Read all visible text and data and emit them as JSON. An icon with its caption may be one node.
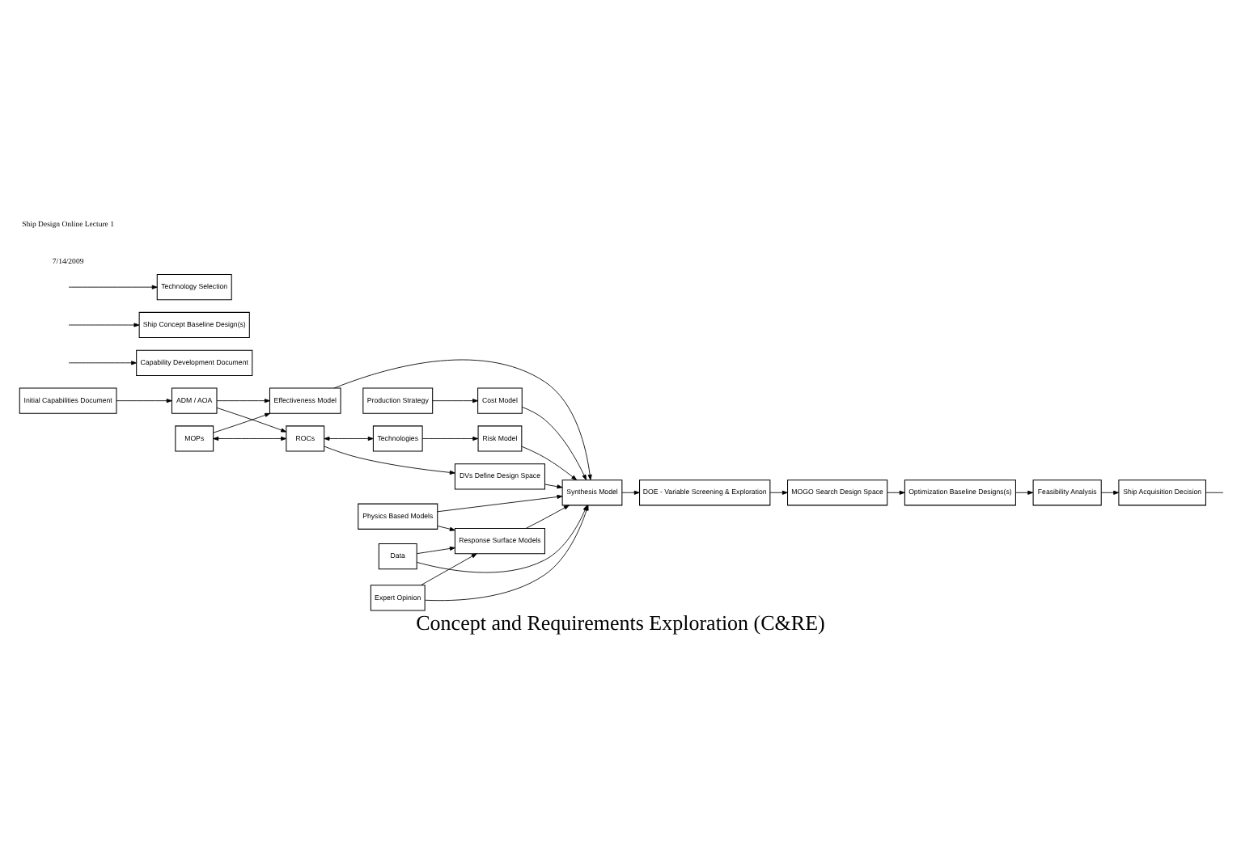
{
  "diagram": {
    "title": "Concept and Requirements Exploration (C&RE)",
    "nodes": [
      {
        "text": [
          "Initial Capabilities Document"
        ]
      },
      {
        "text": [
          "ADM / AOA"
        ]
      },
      {
        "text": [
          "MOPs"
        ]
      },
      {
        "text": [
          "Effectiveness Model"
        ]
      },
      {
        "text": [
          "Cost Model"
        ]
      },
      {
        "text": [
          "Production Strategy"
        ]
      },
      {
        "text": [
          "ROCs"
        ]
      },
      {
        "text": [
          "DVs Define Design Space"
        ]
      },
      {
        "text": [
          "Synthesis Model"
        ]
      },
      {
        "text": [
          "DOE - Variable Screening & Exploration"
        ]
      },
      {
        "text": [
          "MOGO Search Design Space"
        ]
      },
      {
        "text": [
          "Optimization Baseline Designs(s)"
        ]
      },
      {
        "text": [
          "Technologies"
        ]
      },
      {
        "text": [
          "Risk Model"
        ]
      },
      {
        "text": [
          "Physics Based Models"
        ]
      },
      {
        "text": [
          "Response Surface Models"
        ]
      },
      {
        "text": [
          "Feasibility Analysis"
        ]
      },
      {
        "text": [
          "Data"
        ]
      },
      {
        "text": [
          "Ship Acquisition Decision"
        ]
      },
      {
        "text": [
          "Expert Opinion"
        ]
      },
      {
        "text": [
          "Capability Development Document"
        ]
      },
      {
        "text": [
          "Ship Concept Baseline Design(s)"
        ]
      },
      {
        "text": [
          "Technology Selection"
        ]
      }
    ],
    "edges": [
      {
        "from": 0,
        "to": 1,
        "arrow": "to"
      },
      {
        "from": 1,
        "to": 3,
        "arrow": "to"
      },
      {
        "from": 1,
        "to": 6,
        "arrow": "to"
      },
      {
        "from": 2,
        "to": 3,
        "arrow": "to"
      },
      {
        "from": 2,
        "to": 6,
        "arrow": "both"
      },
      {
        "from": 6,
        "to": 7,
        "arrow": "to"
      },
      {
        "from": 6,
        "to": 12,
        "arrow": "both"
      },
      {
        "from": 3,
        "to": 8,
        "arrow": "to"
      },
      {
        "from": 4,
        "to": 8,
        "arrow": "to"
      },
      {
        "from": 5,
        "to": 4,
        "arrow": "to"
      },
      {
        "from": 7,
        "to": 8,
        "arrow": "to"
      },
      {
        "from": 8,
        "to": 9,
        "arrow": "to"
      },
      {
        "from": 9,
        "to": 10,
        "arrow": "to"
      },
      {
        "from": 10,
        "to": 11,
        "arrow": "to"
      },
      {
        "from": 11,
        "to": 16,
        "arrow": "to"
      },
      {
        "from": 16,
        "to": 18,
        "arrow": "to"
      },
      {
        "from": 12,
        "to": 13,
        "arrow": "to"
      },
      {
        "from": 13,
        "to": 8,
        "arrow": "to"
      },
      {
        "from": 14,
        "to": 8,
        "arrow": "to"
      },
      {
        "from": 17,
        "to": 8,
        "arrow": "to"
      },
      {
        "from": 19,
        "to": 8,
        "arrow": "to"
      },
      {
        "from": 14,
        "to": 15,
        "arrow": "to"
      },
      {
        "from": 17,
        "to": 15,
        "arrow": "to"
      },
      {
        "from": 19,
        "to": 15,
        "arrow": "to"
      },
      {
        "from": 15,
        "to": 8,
        "arrow": "to"
      },
      {
        "from": 18,
        "to": null,
        "arrow": "none"
      },
      {
        "from": null,
        "to": 20,
        "arrow": "to"
      },
      {
        "from": null,
        "to": 21,
        "arrow": "to"
      },
      {
        "from": null,
        "to": 22,
        "arrow": "to"
      }
    ],
    "labels": [
      "7/14/2009",
      "Ship Design Online Lecture 1"
    ]
  }
}
